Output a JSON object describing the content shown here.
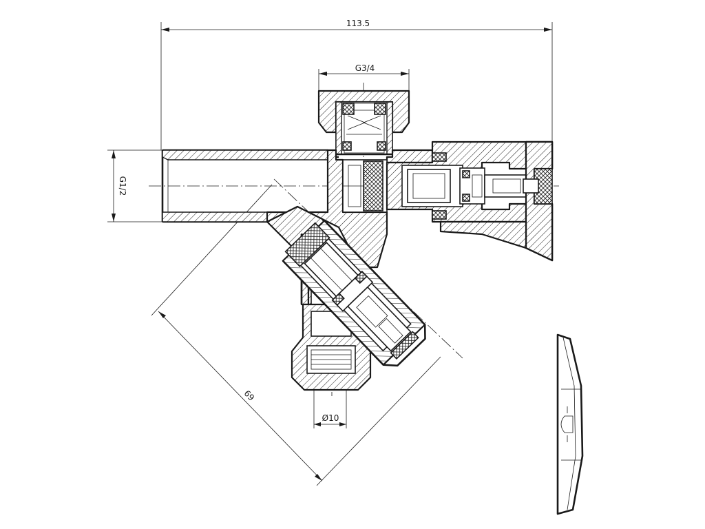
{
  "dimensions": {
    "overall_width": "113.5",
    "top_thread": "G3/4",
    "inlet_thread": "G1/2",
    "outlet_diameter": "Ø10",
    "diagonal_length": "69"
  }
}
